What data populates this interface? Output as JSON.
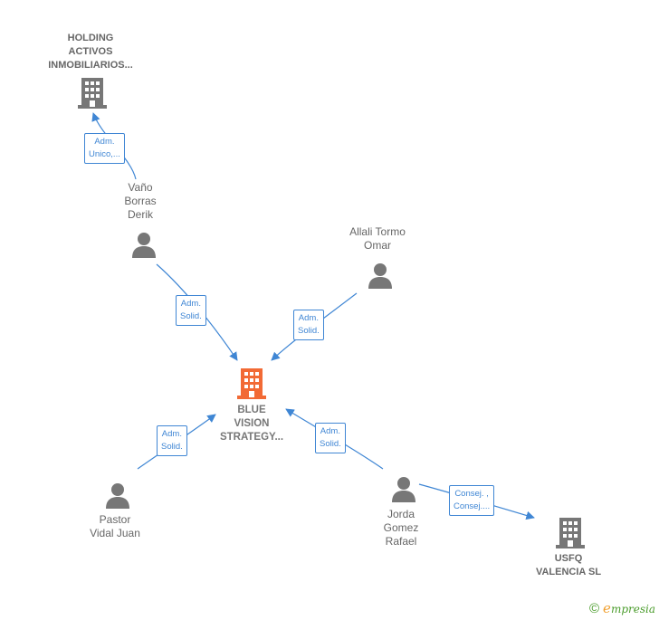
{
  "colors": {
    "edge": "#3f86d4",
    "central_company": "#f26a35",
    "company": "#777777",
    "person": "#777777",
    "brand": "#4a9c2b"
  },
  "nodes": {
    "holding": {
      "type": "company",
      "lines": [
        "HOLDING",
        "ACTIVOS",
        "INMOBILIARIOS..."
      ]
    },
    "vano": {
      "type": "person",
      "lines": [
        "Vaño",
        "Borras",
        "Derik"
      ]
    },
    "allali": {
      "type": "person",
      "lines": [
        "Allali Tormo",
        "Omar"
      ]
    },
    "blue": {
      "type": "central-company",
      "lines": [
        "BLUE",
        "VISION",
        "STRATEGY..."
      ]
    },
    "pastor": {
      "type": "person",
      "lines": [
        "Pastor",
        "Vidal Juan"
      ]
    },
    "jorda": {
      "type": "person",
      "lines": [
        "Jorda",
        "Gomez",
        "Rafael"
      ]
    },
    "usfq": {
      "type": "company",
      "lines": [
        "USFQ",
        "VALENCIA  SL"
      ]
    }
  },
  "edges": [
    {
      "from": "vano",
      "to": "holding",
      "lines": [
        "Adm.",
        "Unico,..."
      ]
    },
    {
      "from": "vano",
      "to": "blue",
      "lines": [
        "Adm.",
        "Solid."
      ]
    },
    {
      "from": "allali",
      "to": "blue",
      "lines": [
        "Adm.",
        "Solid."
      ]
    },
    {
      "from": "pastor",
      "to": "blue",
      "lines": [
        "Adm.",
        "Solid."
      ]
    },
    {
      "from": "jorda",
      "to": "blue",
      "lines": [
        "Adm.",
        "Solid."
      ]
    },
    {
      "from": "jorda",
      "to": "usfq",
      "lines": [
        "Consej. ,",
        "Consej...."
      ]
    }
  ],
  "footer": {
    "copyright": "©",
    "brand_initial": "e",
    "brand_rest": "mpresia"
  }
}
